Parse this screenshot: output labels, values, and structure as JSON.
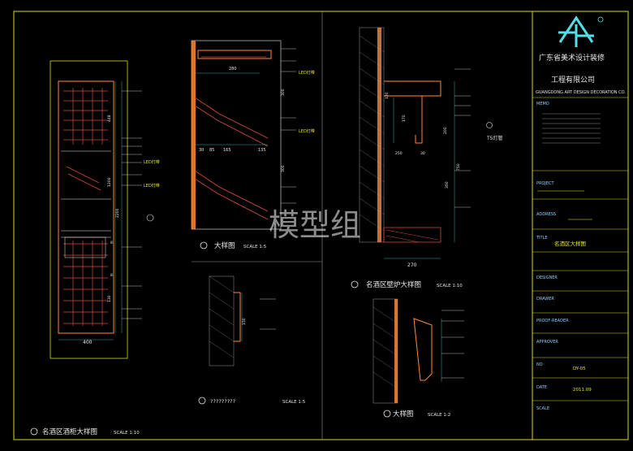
{
  "colors": {
    "background": "#000000",
    "frame_yellow": "#d8d81e",
    "cabinet_orange": "#ff8a3a",
    "wine_red": "#d24a3a",
    "dim_cyan": "#3ad8d8",
    "logo_cyan": "#4fe0e8",
    "text_white": "#e8e8e8",
    "grey_line": "#9a9a9a"
  },
  "views": {
    "wine_cabinet": {
      "title": "名酒区酒柜大样图",
      "scale": "SCALE  1:10",
      "dims_bottom": "400",
      "dims_side": [
        "448",
        "1200",
        "2200",
        "8",
        "8",
        "130"
      ],
      "callouts": [
        "LED灯带",
        "LED灯带"
      ]
    },
    "detail_top": {
      "title": "大样图",
      "scale": "SCALE  1:5",
      "dims": [
        "280",
        "30",
        "85",
        "165",
        "135",
        "300",
        "300"
      ],
      "callouts": [
        "LED灯带",
        "LED灯带"
      ]
    },
    "fireplace": {
      "title": "名酒区壁炉大样图",
      "scale": "SCALE  1:10",
      "dims_bottom": "270",
      "dims": [
        "170",
        "200",
        "350",
        "750",
        "250",
        "30",
        "120"
      ],
      "callouts": [
        "T5灯管"
      ]
    },
    "detail_unknown": {
      "title": "?????????",
      "scale": "SCALE  1:5",
      "dims": [
        "150"
      ]
    },
    "detail_bottom": {
      "title": "大样图",
      "scale": "SCALE  1:2"
    }
  },
  "title_block": {
    "company_cn_line1": "广东省美术设计装修",
    "company_cn_line2": "工程有限公司",
    "company_en": "GUANGDONG ART DESIGN DECORATION CO.",
    "memo_label": "MEMO",
    "project_label": "PROJECT",
    "address_label": "ADDRESS",
    "title_label": "TITLE",
    "drawing_title": "名酒区大样图",
    "designer_label": "DESIGNER",
    "drawer_label": "DRAWER",
    "reader_label": "PROOF-READER",
    "approver_label": "APPROVER",
    "no_label": "NO",
    "drawing_no": "DY-05",
    "date_label": "DATE",
    "date": "2011.09",
    "scale_label": "SCALE"
  },
  "watermark": "模型组"
}
